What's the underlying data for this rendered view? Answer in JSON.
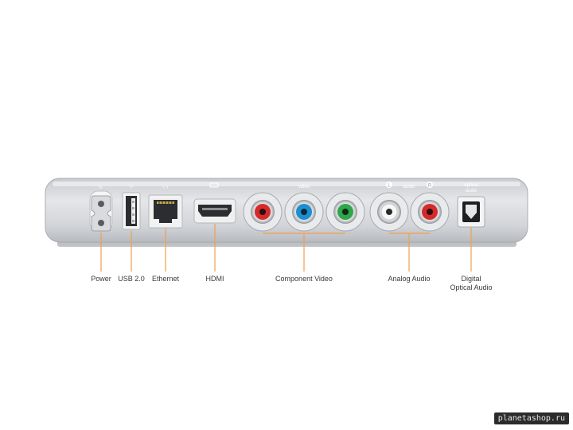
{
  "accent_color": "#f0a04a",
  "device": {
    "header_labels": {
      "video": "video",
      "audio": "audio",
      "audio_left": "L",
      "audio_right": "R",
      "optical_line1": "optical",
      "optical_line2": "audio"
    },
    "icons": {
      "power": "ac-power-icon",
      "usb": "usb-icon",
      "ethernet": "ethernet-icon",
      "hdmi": "hdmi-icon"
    },
    "rca_colors": {
      "video_red": "#d62a2a",
      "video_blue": "#1b8fd0",
      "video_green": "#2ea64a",
      "audio_white": "#f2f2f2",
      "audio_red": "#d62a2a"
    }
  },
  "labels": {
    "power": "Power",
    "usb": "USB 2.0",
    "ethernet": "Ethernet",
    "hdmi": "HDMI",
    "component_video": "Component Video",
    "analog_audio": "Analog Audio",
    "optical_line1": "Digital",
    "optical_line2": "Optical Audio"
  },
  "watermark": "planetashop.ru"
}
